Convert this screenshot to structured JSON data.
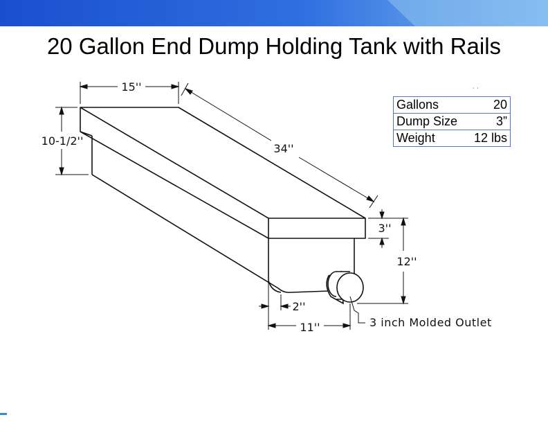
{
  "title": "20 Gallon End Dump Holding Tank with Rails",
  "colors": {
    "header_left": "#1a4fd0",
    "header_right": "#8fc3f0",
    "table_border": "#4a74c9",
    "line": "#111111"
  },
  "dimensions": {
    "top_width": "15''",
    "length": "34''",
    "rail_height": "10-1/2''",
    "rail_drop": "3''",
    "body_height": "12''",
    "bottom_offset": "2''",
    "bottom_width": "11''"
  },
  "outlet_label": "3 inch Molded Outlet",
  "specs": [
    {
      "label": "Gallons",
      "value": "20"
    },
    {
      "label": "Dump Size",
      "value": "3”"
    },
    {
      "label": "Weight",
      "value": "12 lbs"
    }
  ]
}
